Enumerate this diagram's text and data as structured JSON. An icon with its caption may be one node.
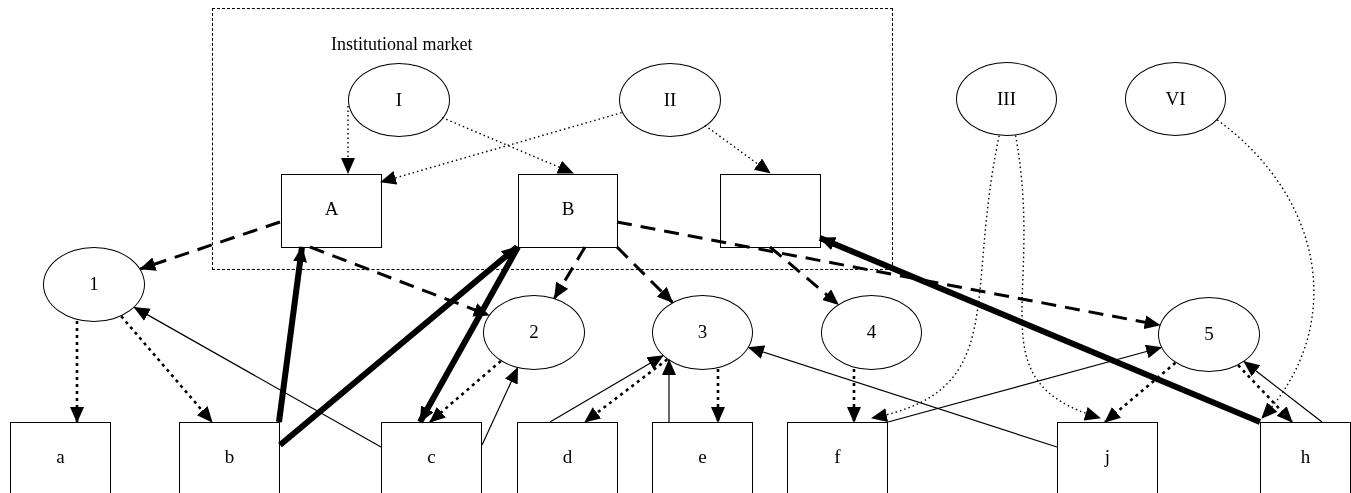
{
  "diagram": {
    "nodes": [
      {
        "text": [
          "Institutional market"
        ]
      },
      {
        "text": [
          "I"
        ],
        "in": 0
      },
      {
        "text": [
          "II"
        ],
        "in": 0
      },
      {
        "text": [
          "III"
        ]
      },
      {
        "text": [
          "VI"
        ]
      },
      {
        "text": [
          "A"
        ],
        "in": 0
      },
      {
        "text": [
          "B"
        ],
        "in": 0
      },
      {
        "text": [],
        "shape": "box",
        "in": 0
      },
      {
        "text": [
          "1"
        ]
      },
      {
        "text": [
          "2"
        ]
      },
      {
        "text": [
          "3"
        ]
      },
      {
        "text": [
          "4"
        ]
      },
      {
        "text": [
          "5"
        ]
      },
      {
        "text": [
          "a"
        ]
      },
      {
        "text": [
          "b"
        ]
      },
      {
        "text": [
          "c"
        ]
      },
      {
        "text": [
          "d"
        ]
      },
      {
        "text": [
          "e"
        ]
      },
      {
        "text": [
          "f"
        ]
      },
      {
        "text": [
          "j"
        ]
      },
      {
        "text": [
          "h"
        ]
      }
    ],
    "edges": [
      {
        "from": 1,
        "to": 5,
        "arrow": "to",
        "style": "dashed"
      },
      {
        "from": 1,
        "to": 6,
        "arrow": "to",
        "style": "dashed"
      },
      {
        "from": 2,
        "to": 5,
        "arrow": "to",
        "style": "dashed"
      },
      {
        "from": 2,
        "to": 7,
        "arrow": "to",
        "style": "dashed"
      },
      {
        "from": 5,
        "to": 8,
        "arrow": "to",
        "style": "dashed"
      },
      {
        "from": 5,
        "to": 9,
        "arrow": "to",
        "style": "dashed"
      },
      {
        "from": 6,
        "to": 9,
        "arrow": "to",
        "style": "dashed"
      },
      {
        "from": 6,
        "to": 10,
        "arrow": "to",
        "style": "dashed"
      },
      {
        "from": 6,
        "to": 12,
        "arrow": "to",
        "style": "dashed"
      },
      {
        "from": 7,
        "to": 11,
        "arrow": "to",
        "style": "dashed"
      },
      {
        "from": 20,
        "to": 7,
        "arrow": "to",
        "style": "thick"
      },
      {
        "from": 14,
        "to": 5,
        "arrow": "to",
        "style": "thick"
      },
      {
        "from": 14,
        "to": 6,
        "arrow": "to",
        "style": "thick"
      },
      {
        "from": 6,
        "to": 15,
        "arrow": "to",
        "style": "thick"
      },
      {
        "from": 15,
        "to": 8,
        "arrow": "to"
      },
      {
        "from": 15,
        "to": 9,
        "arrow": "to"
      },
      {
        "from": 9,
        "to": 15,
        "arrow": "to",
        "style": "dashed"
      },
      {
        "from": 8,
        "to": 13,
        "arrow": "to",
        "style": "dashed"
      },
      {
        "from": 8,
        "to": 14,
        "arrow": "to",
        "style": "dashed"
      },
      {
        "from": 16,
        "to": 10,
        "arrow": "to"
      },
      {
        "from": 17,
        "to": 10,
        "arrow": "to"
      },
      {
        "from": 10,
        "to": 16,
        "arrow": "to",
        "style": "dashed"
      },
      {
        "from": 10,
        "to": 17,
        "arrow": "to",
        "style": "dashed"
      },
      {
        "from": 19,
        "to": 10,
        "arrow": "to"
      },
      {
        "from": 11,
        "to": 18,
        "arrow": "to",
        "style": "dashed"
      },
      {
        "from": 18,
        "to": 12,
        "arrow": "to"
      },
      {
        "from": 3,
        "to": 18,
        "arrow": "to",
        "style": "dashed"
      },
      {
        "from": 3,
        "to": 19,
        "arrow": "to",
        "style": "dashed"
      },
      {
        "from": 4,
        "to": 20,
        "arrow": "to",
        "style": "dashed"
      },
      {
        "from": 12,
        "to": 19,
        "arrow": "to",
        "style": "dashed"
      },
      {
        "from": 12,
        "to": 20,
        "arrow": "to",
        "style": "dashed"
      },
      {
        "from": 20,
        "to": 12,
        "arrow": "to"
      }
    ]
  }
}
